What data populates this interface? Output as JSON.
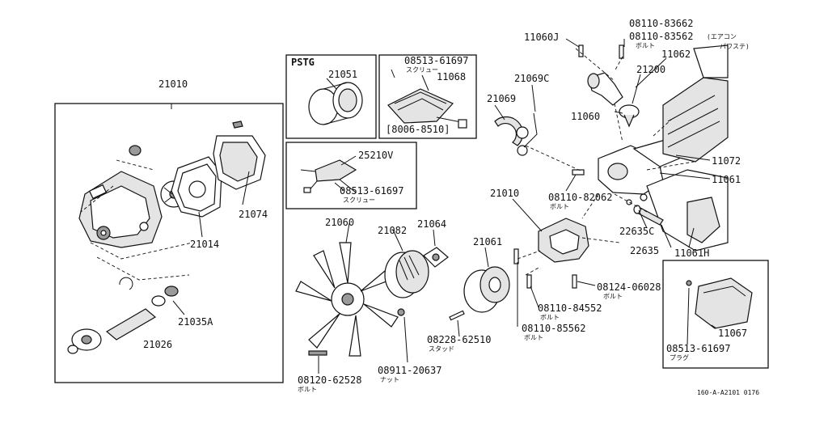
{
  "labels": {
    "p21010_top": "21010",
    "p21051": "21051",
    "pstg": "PSTG",
    "p21074": "21074",
    "p21014": "21014",
    "p21035a": "21035A",
    "p21026": "21026",
    "bolt_08513_a": "08513-61697",
    "screw_a_jp": "スクリュー",
    "p11068": "11068",
    "date_range": "[8006-8510]",
    "p25210v": "25210V",
    "bolt_08513_b": "08513-61697",
    "screw_b_jp": "スクリュー",
    "p21069c": "21069C",
    "p21069": "21069",
    "p11060j": "11060J",
    "bolt_08110_83662": "08110-83662",
    "bolt_08110_83562": "08110-83562",
    "aircon_note": "(エアコン",
    "bolt_c_jp": "ボルト",
    "powersteer_note": "パワステ)",
    "p11062": "11062",
    "p21200": "21200",
    "p11060": "11060",
    "p11072": "11072",
    "p11061": "11061",
    "p21010_right": "21010",
    "bolt_08110_82062": "08110-82062",
    "bolt_d_jp": "ボルト",
    "p22635c": "22635C",
    "p22635": "22635",
    "p11061h": "11061H",
    "p21060": "21060",
    "p21082": "21082",
    "p21064": "21064",
    "p21061": "21061",
    "bolt_08124_06028": "08124-06028",
    "bolt_e_jp": "ボルト",
    "bolt_08110_84552": "08110-84552",
    "bolt_f_jp": "ボルト",
    "bolt_08110_85562": "08110-85562",
    "bolt_g_jp": "ボルト",
    "stud_08228_62510": "08228-62510",
    "stud_jp": "スタッド",
    "nut_08911_20637": "08911-20637",
    "nut_jp": "ナット",
    "bolt_08120_62528": "08120-62528",
    "bolt_h_jp": "ボルト",
    "p11067": "11067",
    "plug_08513_61697": "08513-61697",
    "plug_jp": "プラグ",
    "drawing_code": "160-A-A2101 0176"
  }
}
